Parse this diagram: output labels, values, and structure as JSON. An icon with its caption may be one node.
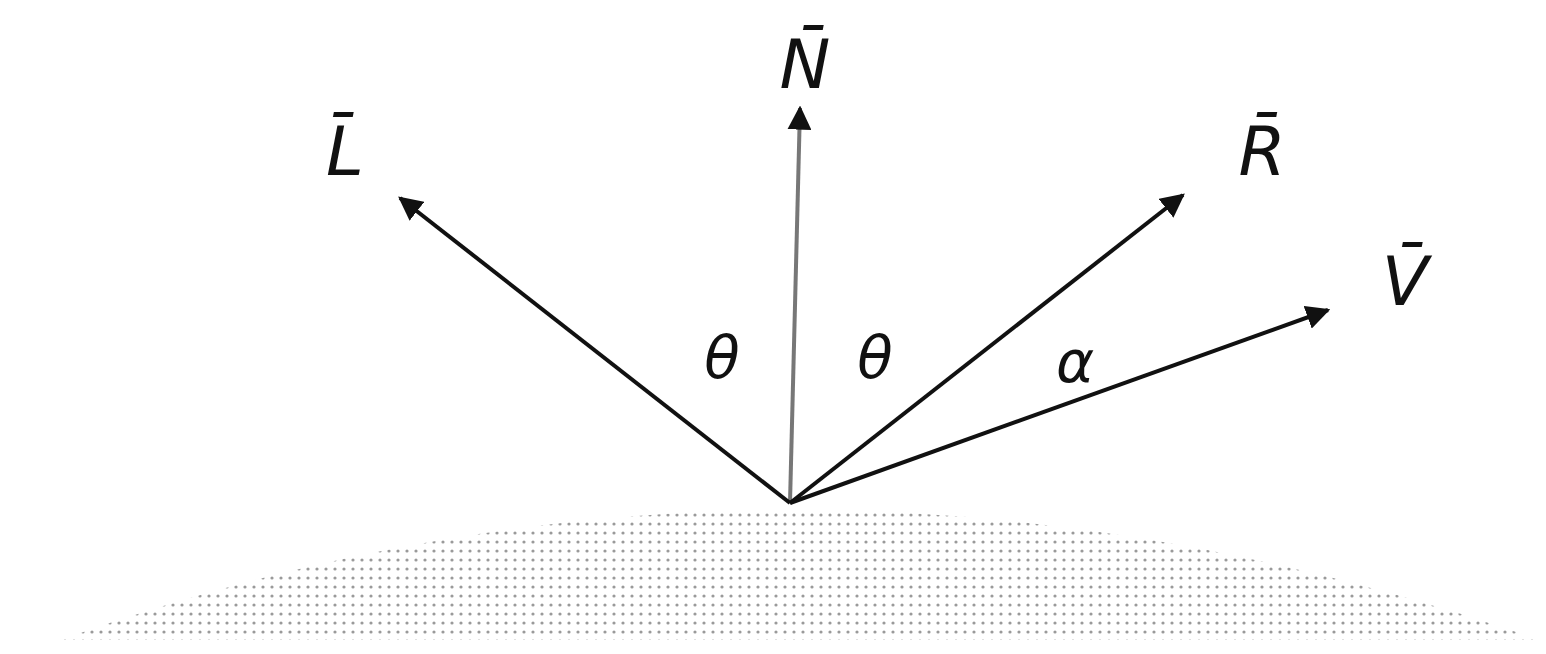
{
  "diagram": {
    "labels": [
      "N̄",
      "L̄",
      "R̄",
      "V̄",
      "θ",
      "θ",
      "α"
    ]
  }
}
